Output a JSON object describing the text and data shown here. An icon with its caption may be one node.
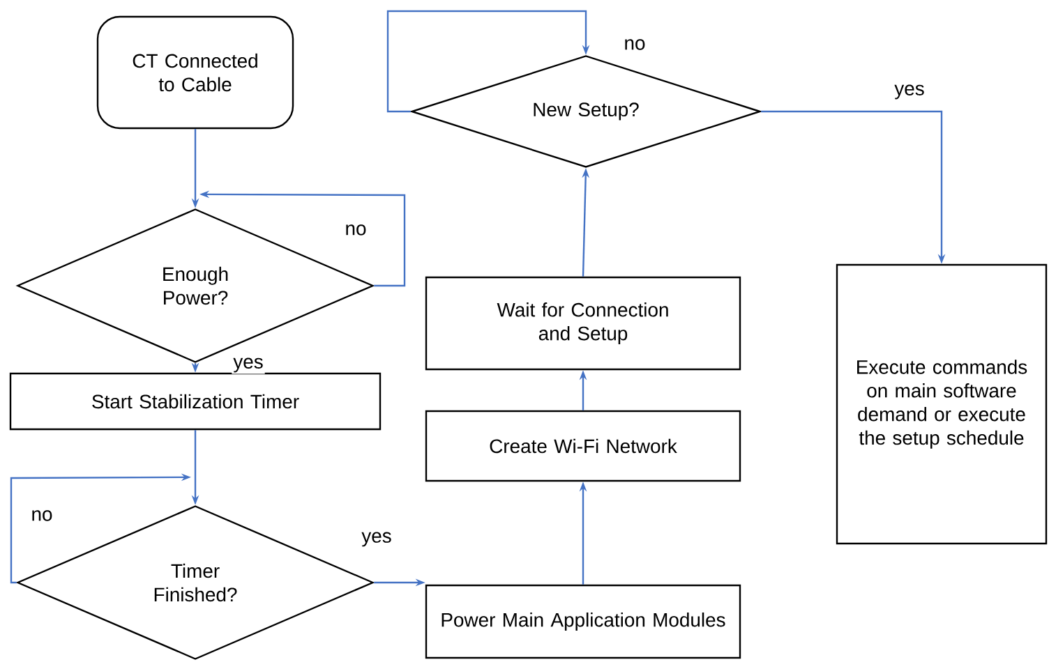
{
  "diagram": {
    "nodes": [
      {
        "text": [
          "CT Connected to Cable"
        ]
      },
      {
        "text": [
          "Enough Power?"
        ]
      },
      {
        "text": [
          "Start Stabilization Timer"
        ]
      },
      {
        "text": [
          "Timer Finished?"
        ]
      },
      {
        "text": [
          "Power Main Application Modules"
        ]
      },
      {
        "text": [
          "Create Wi-Fi Network"
        ]
      },
      {
        "text": [
          "Wait for Connection and Setup"
        ]
      },
      {
        "text": [
          "New Setup?"
        ]
      },
      {
        "text": [
          "Execute commands on main software demand or execute the setup schedule"
        ]
      }
    ],
    "edges": [
      {
        "from": 0,
        "to": 1,
        "arrow": "to"
      },
      {
        "from": 1,
        "to": 1,
        "arrow": "to",
        "label": "no"
      },
      {
        "from": 1,
        "to": 2,
        "arrow": "to",
        "label": "yes"
      },
      {
        "from": 2,
        "to": 3,
        "arrow": "to"
      },
      {
        "from": 3,
        "to": 3,
        "arrow": "to",
        "label": "no"
      },
      {
        "from": 3,
        "to": 4,
        "arrow": "to",
        "label": "yes"
      },
      {
        "from": 4,
        "to": 5,
        "arrow": "to"
      },
      {
        "from": 5,
        "to": 6,
        "arrow": "to"
      },
      {
        "from": 6,
        "to": 7,
        "arrow": "to"
      },
      {
        "from": 7,
        "to": 7,
        "arrow": "to",
        "label": "no"
      },
      {
        "from": 7,
        "to": 8,
        "arrow": "to",
        "label": "yes"
      }
    ]
  }
}
